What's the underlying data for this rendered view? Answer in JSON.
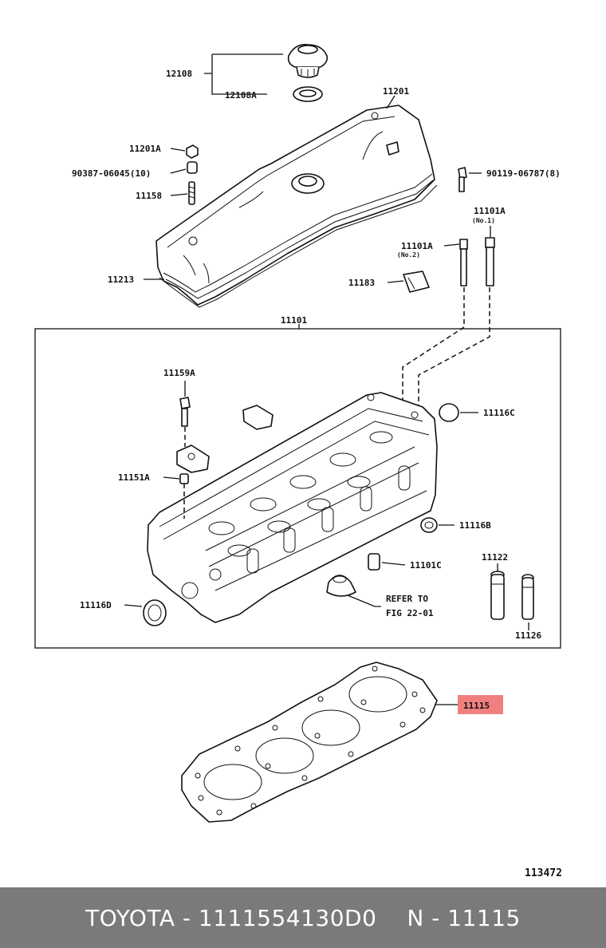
{
  "labels": {
    "l12108": "12108",
    "l12108A": "12108A",
    "l11201": "11201",
    "l11201A": "11201A",
    "l90387": "90387-06045(10)",
    "l11158": "11158",
    "l90119": "90119-06787(8)",
    "l11101A_top": "11101A",
    "l11101A_no1": "(No.1)",
    "l11101A": "11101A",
    "l11101A_no2": "(No.2)",
    "l11213": "11213",
    "l11183": "11183",
    "l11101": "11101",
    "l11159A": "11159A",
    "l11116C": "11116C",
    "l11151A": "11151A",
    "l11116B": "11116B",
    "l11101C": "11101C",
    "l11122": "11122",
    "l11116D": "11116D",
    "l_refer": "REFER TO",
    "l_fig": "FIG 22-01",
    "l11126": "11126",
    "l11115": "11115",
    "l113472": "113472"
  },
  "highlight": {
    "part": "11115",
    "color": "#f08080"
  },
  "footer": {
    "left": "TOYOTA - 1111554130D0",
    "right": "N - 11115",
    "background": "#7a7a7a"
  }
}
